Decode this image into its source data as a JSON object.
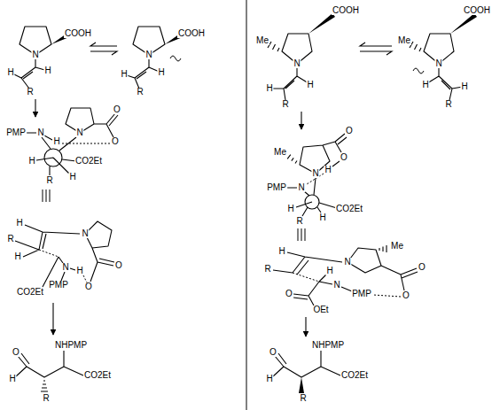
{
  "diagram": {
    "labels": [
      "COOH",
      "N",
      "H",
      "H",
      "R",
      "COOH",
      "N",
      "H",
      "H",
      "R",
      "PMP",
      "N",
      "H",
      "N",
      "O",
      "O",
      "H",
      "R",
      "H",
      "CO2Et",
      "H",
      "PMP",
      "R",
      "N",
      "H",
      "N",
      "H",
      "CO2Et",
      "O",
      "O",
      "O",
      "H",
      "NHPMP",
      "R",
      "CO2Et",
      "COOH",
      "Me",
      "N",
      "H",
      "H",
      "R",
      "COOH",
      "Me",
      "N",
      "H",
      "H",
      "R",
      "O",
      "O",
      "H",
      "Me",
      "PMP",
      "N",
      "N",
      "H",
      "R",
      "H",
      "CO2Et",
      "H",
      "Me",
      "N",
      "R",
      "N",
      "PMP",
      "O",
      "H",
      "OEt",
      "O",
      "O",
      "O",
      "H",
      "NHPMP",
      "R",
      "CO2Et"
    ]
  }
}
